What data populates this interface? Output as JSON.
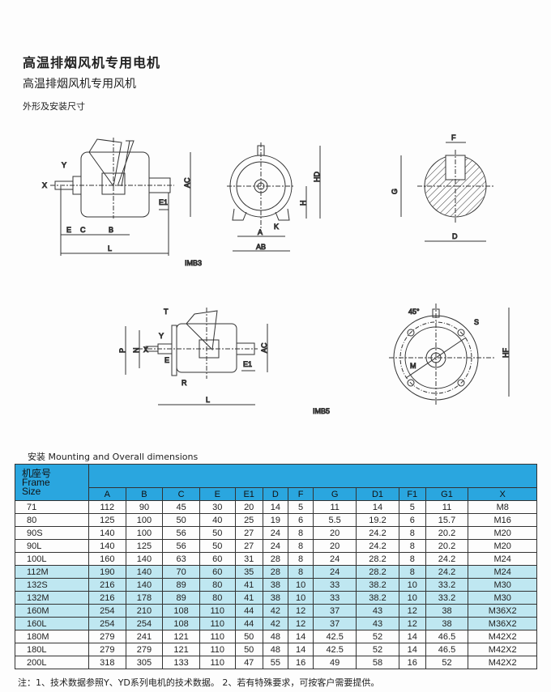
{
  "title": "高温排烟风机专用电机",
  "subtitle": "高温排烟风机专用风机",
  "section": "外形及安装尺寸",
  "drawings": {
    "imb3_label": "IMB3",
    "imb5_label": "IMB5",
    "dims_b3_side": [
      "X",
      "Y",
      "AC",
      "E1",
      "E",
      "C",
      "B",
      "L"
    ],
    "dims_b3_front": [
      "HD",
      "H",
      "K",
      "A",
      "AB"
    ],
    "dims_shaft": [
      "F",
      "G",
      "D"
    ],
    "dims_b5_side": [
      "T",
      "Y",
      "P",
      "N",
      "X",
      "E",
      "AC",
      "E1",
      "R",
      "L"
    ],
    "dims_b5_front": [
      "45°",
      "S",
      "M",
      "HF"
    ]
  },
  "table": {
    "caption": "安装 Mounting and Overall dimensions",
    "frame_header": [
      "机座号",
      "Frame",
      "Size"
    ],
    "columns": [
      "A",
      "B",
      "C",
      "E",
      "E1",
      "D",
      "F",
      "G",
      "D1",
      "F1",
      "G1",
      "X"
    ],
    "rows": [
      [
        "71",
        "112",
        "90",
        "45",
        "30",
        "20",
        "14",
        "5",
        "11",
        "14",
        "5",
        "11",
        "M8"
      ],
      [
        "80",
        "125",
        "100",
        "50",
        "40",
        "25",
        "19",
        "6",
        "5.5",
        "19.2",
        "6",
        "15.7",
        "M16"
      ],
      [
        "90S",
        "140",
        "100",
        "56",
        "50",
        "27",
        "24",
        "8",
        "20",
        "24.2",
        "8",
        "20.2",
        "M20"
      ],
      [
        "90L",
        "140",
        "125",
        "56",
        "50",
        "27",
        "24",
        "8",
        "20",
        "24.2",
        "8",
        "20.2",
        "M20"
      ],
      [
        "100L",
        "160",
        "140",
        "63",
        "60",
        "31",
        "28",
        "8",
        "24",
        "28.2",
        "8",
        "24.2",
        "M24"
      ],
      [
        "112M",
        "190",
        "140",
        "70",
        "60",
        "35",
        "28",
        "8",
        "24",
        "28.2",
        "8",
        "24.2",
        "M24"
      ],
      [
        "132S",
        "216",
        "140",
        "89",
        "80",
        "41",
        "38",
        "10",
        "33",
        "38.2",
        "10",
        "33.2",
        "M30"
      ],
      [
        "132M",
        "216",
        "178",
        "89",
        "80",
        "41",
        "38",
        "10",
        "33",
        "38.2",
        "10",
        "33.2",
        "M30"
      ],
      [
        "160M",
        "254",
        "210",
        "108",
        "110",
        "44",
        "42",
        "12",
        "37",
        "43",
        "12",
        "38",
        "M36X2"
      ],
      [
        "160L",
        "254",
        "254",
        "108",
        "110",
        "44",
        "42",
        "12",
        "37",
        "43",
        "12",
        "38",
        "M36X2"
      ],
      [
        "180M",
        "279",
        "241",
        "121",
        "110",
        "50",
        "48",
        "14",
        "42.5",
        "52",
        "14",
        "46.5",
        "M42X2"
      ],
      [
        "180L",
        "279",
        "279",
        "121",
        "110",
        "50",
        "48",
        "14",
        "42.5",
        "52",
        "14",
        "46.5",
        "M42X2"
      ],
      [
        "200L",
        "318",
        "305",
        "133",
        "110",
        "47",
        "55",
        "16",
        "49",
        "58",
        "16",
        "52",
        "M42X2"
      ]
    ],
    "highlight_rows": [
      "112M",
      "132S",
      "132M",
      "160M",
      "160L"
    ],
    "header_color": "#2aa6df",
    "highlight_color": "#bfe7f1"
  },
  "note": "注：1、技术数据参照Y、YD系列电机的技术数据。    2、若有特殊要求，可按客户需要提供。"
}
